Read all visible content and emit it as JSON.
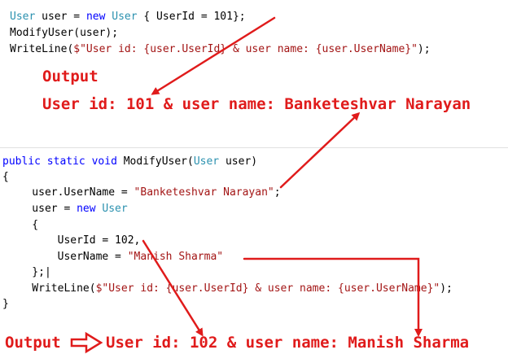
{
  "top_code": {
    "line1": {
      "t1": "User",
      "t2": " user = ",
      "t3": "new",
      "t4": " ",
      "t5": "User",
      "t6": " { UserId = 101};"
    },
    "line2": "ModifyUser(user);",
    "line3": {
      "a": "WriteLine(",
      "b": "$\"User id: {user.UserId} & user name: {user.UserName}\"",
      "c": ");"
    }
  },
  "output_top": {
    "label": "Output",
    "value": "User id: 101 & user name: Banketeshvar Narayan"
  },
  "method_code": {
    "sig": {
      "a": "public",
      "b": " ",
      "c": "static",
      "d": " ",
      "e": "void",
      "f": " ModifyUser(",
      "g": "User",
      "h": " user)"
    },
    "open_brace": "{",
    "l1": {
      "a": "    user.UserName = ",
      "b": "\"Banketeshvar Narayan\"",
      "c": ";"
    },
    "l2": {
      "a": "    user = ",
      "b": "new",
      "c": " ",
      "d": "User"
    },
    "l3": "    {",
    "l4": "        UserId = 102,",
    "l5": {
      "a": "        UserName = ",
      "b": "\"Manish Sharma\""
    },
    "l6": "    };|",
    "l7": {
      "a": "    WriteLine(",
      "b": "$\"User id: {user.UserId} & user name: {user.UserName}\"",
      "c": ");"
    },
    "close_brace": "}"
  },
  "output_bottom": {
    "label": "Output",
    "value": "User id: 102 & user name: Manish Sharma"
  },
  "colors": {
    "keyword": "#0000ff",
    "type": "#2b91af",
    "string": "#a31515",
    "annotation": "#e01b1b"
  }
}
